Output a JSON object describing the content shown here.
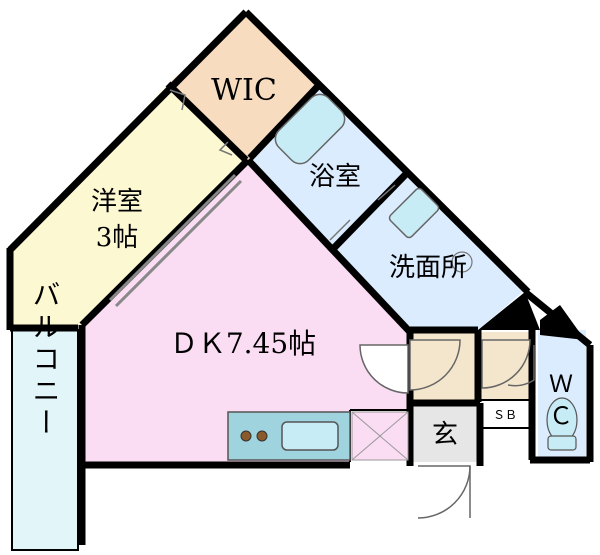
{
  "rooms": {
    "wic": "WIC",
    "western_room_line1": "洋室",
    "western_room_line2": "3帖",
    "bathroom": "浴室",
    "washroom": "洗面所",
    "dining_kitchen": "ＤＫ7.45帖",
    "balcony": "バルコニー",
    "entrance": "玄",
    "shoe_box": "ＳＢ",
    "toilet_line1": "Ｗ",
    "toilet_line2": "Ｃ"
  },
  "colors": {
    "wic": "#f7dcc0",
    "western_room": "#fbf8d2",
    "dining_kitchen": "#fadcf3",
    "bath_wash": "#dcecff",
    "balcony": "#e2f5f8",
    "entrance": "#e6e6e6",
    "hallway": "#f4e6cc",
    "kitchen_counter": "#9fd3de",
    "wall": "#000000"
  }
}
